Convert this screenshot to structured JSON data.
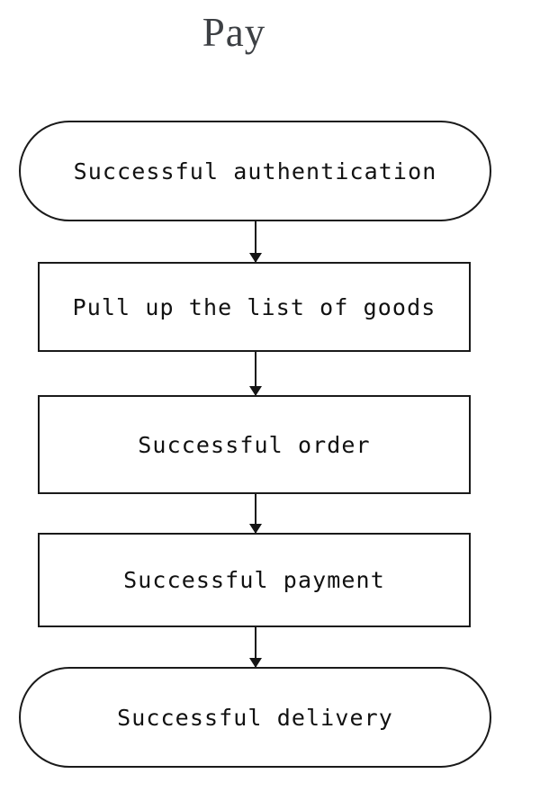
{
  "diagram": {
    "title": "Pay",
    "type": "flowchart",
    "orientation": "top-to-bottom",
    "background_color": "#ffffff",
    "stroke_color": "#1a1a1a",
    "text_color": "#111111",
    "title_color": "#3d4044",
    "nodes": [
      {
        "id": "n0",
        "label": "Successful authentication",
        "shape": "terminator"
      },
      {
        "id": "n1",
        "label": "Pull up the list of goods",
        "shape": "process"
      },
      {
        "id": "n2",
        "label": "Successful order",
        "shape": "process"
      },
      {
        "id": "n3",
        "label": "Successful payment",
        "shape": "process"
      },
      {
        "id": "n4",
        "label": "Successful delivery",
        "shape": "terminator"
      }
    ],
    "connectors": [
      {
        "id": "a0",
        "from": "n0",
        "to": "n1",
        "kind": "arrow-down"
      },
      {
        "id": "a1",
        "from": "n1",
        "to": "n2",
        "kind": "arrow-down"
      },
      {
        "id": "a2",
        "from": "n2",
        "to": "n3",
        "kind": "arrow-down"
      },
      {
        "id": "a3",
        "from": "n3",
        "to": "n4",
        "kind": "arrow-down"
      }
    ]
  }
}
